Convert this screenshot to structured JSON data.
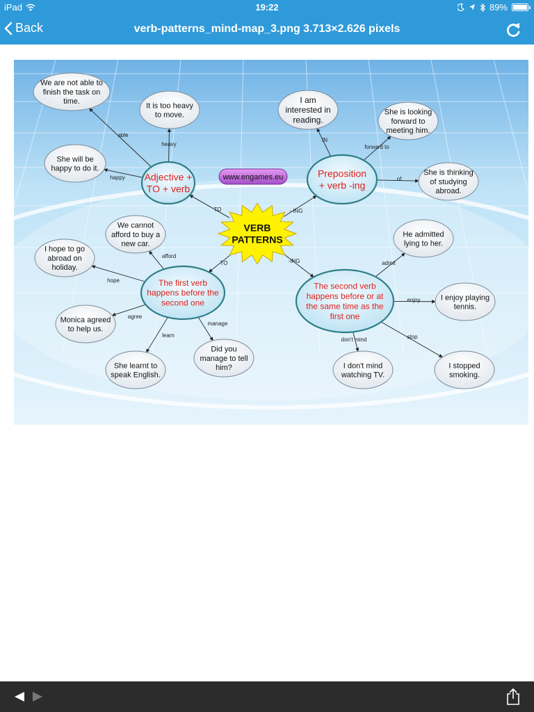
{
  "status_bar": {
    "device": "iPad",
    "time": "19:22",
    "battery": "89%",
    "battery_fraction": 0.89
  },
  "nav": {
    "back_label": "Back",
    "title": "verb-patterns_mind-map_3.png 3.713×2.626 pixels"
  },
  "mindmap": {
    "center": {
      "lines": [
        "VERB",
        "PATTERNS"
      ]
    },
    "website": "www.engames.eu",
    "hubs": {
      "adjective": {
        "lines": [
          "Adjective +",
          "TO + verb"
        ]
      },
      "preposition": {
        "lines": [
          "Preposition",
          "+ verb -ing"
        ]
      },
      "first_verb": {
        "lines": [
          "The first verb",
          "happens before the",
          "second one"
        ]
      },
      "second_verb": {
        "lines": [
          "The second verb",
          "happens before or at",
          "the same time as the",
          "first one"
        ]
      }
    },
    "leaves": {
      "able": {
        "lines": [
          "We are not able to",
          "finish the task on",
          "time."
        ]
      },
      "heavy": {
        "lines": [
          "It is too heavy",
          "to move."
        ]
      },
      "happy": {
        "lines": [
          "She will be",
          "happy to do it."
        ]
      },
      "interested": {
        "lines": [
          "I am",
          "interested in",
          "reading."
        ]
      },
      "looking": {
        "lines": [
          "She is looking",
          "forward to",
          "meeting him."
        ]
      },
      "thinking": {
        "lines": [
          "She is thinking",
          "of studying",
          "abroad."
        ]
      },
      "afford": {
        "lines": [
          "We cannot",
          "afford to buy a",
          "new car."
        ]
      },
      "hope": {
        "lines": [
          "I hope to go",
          "abroad on",
          "holiday."
        ]
      },
      "agreed": {
        "lines": [
          "Monica agreed",
          "to help us."
        ]
      },
      "learnt": {
        "lines": [
          "She learnt to",
          "speak English."
        ]
      },
      "manage": {
        "lines": [
          "Did you",
          "manage to tell",
          "him?"
        ]
      },
      "admitted": {
        "lines": [
          "He admitted",
          "lying to her."
        ]
      },
      "enjoy": {
        "lines": [
          "I enjoy playing",
          "tennis."
        ]
      },
      "mind": {
        "lines": [
          "I don't mind",
          "watching TV."
        ]
      },
      "stopped": {
        "lines": [
          "I stopped",
          "smoking."
        ]
      }
    },
    "edge_labels": {
      "able": "able",
      "heavy": "heavy",
      "happy": "happy",
      "in": "IN",
      "forward_to": "forward to",
      "of": "of",
      "afford": "afford",
      "hope": "hope",
      "agree": "agree",
      "learn": "learn",
      "manage": "manage",
      "admit": "admit",
      "enjoy": "enjoy",
      "dont_mind": "don't mind",
      "stop": "stop",
      "to_adj": "TO",
      "ing_prep": "- ING",
      "to_first": "TO",
      "ing_second": "-ING"
    }
  }
}
